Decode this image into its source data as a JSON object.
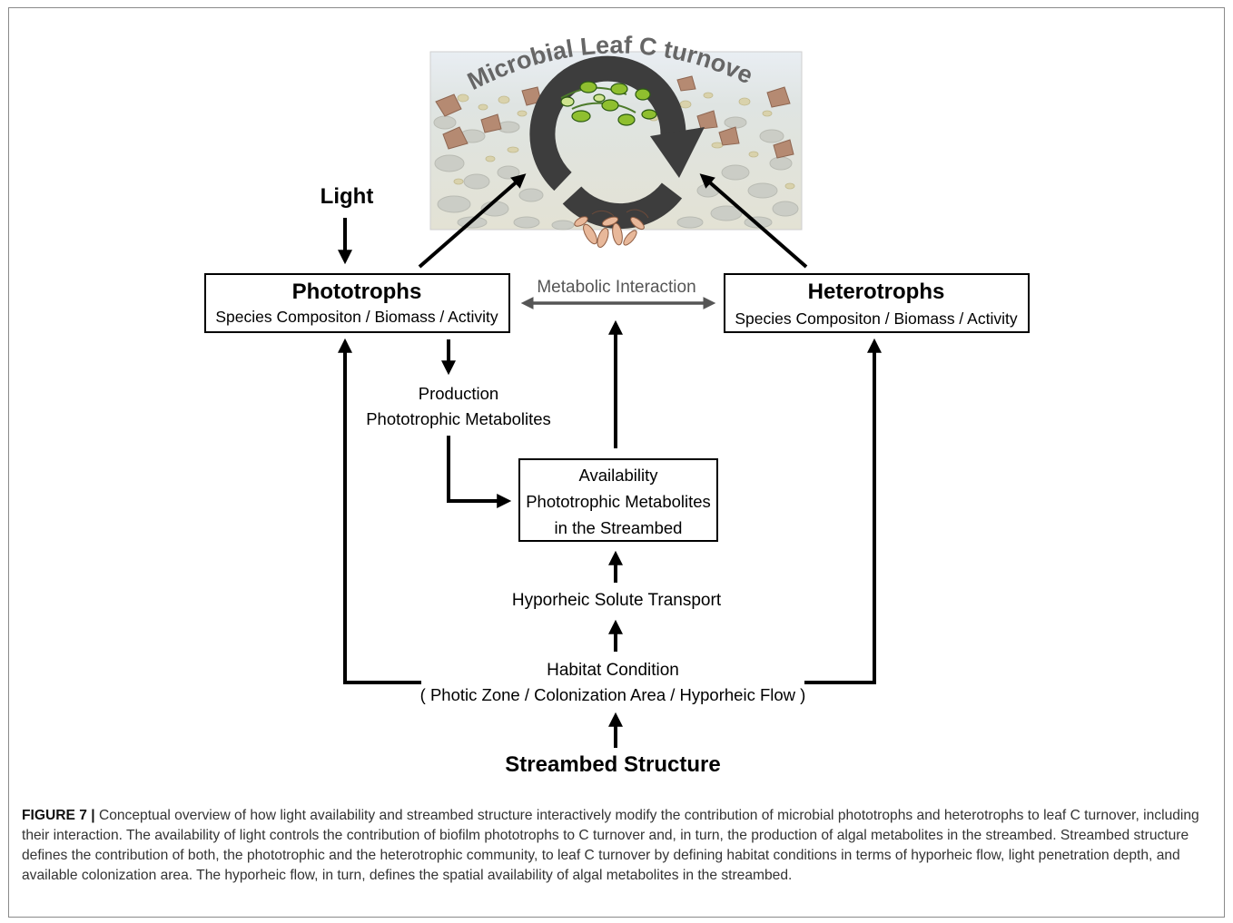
{
  "figure": {
    "illustration_title": "Microbial Leaf C turnover",
    "light_label": "Light",
    "phototrophs": {
      "title": "Phototrophs",
      "subtitle": "Species Compositon / Biomass / Activity"
    },
    "heterotrophs": {
      "title": "Heterotrophs",
      "subtitle": "Species Compositon / Biomass / Activity"
    },
    "metabolic_interaction": "Metabolic Interaction",
    "production": {
      "line1": "Production",
      "line2": "Phototrophic Metabolites"
    },
    "availability": {
      "line1": "Availability",
      "line2": "Phototrophic Metabolites",
      "line3": "in the Streambed"
    },
    "solute_transport": "Hyporheic Solute Transport",
    "habitat": {
      "line1": "Habitat Condition",
      "line2": "( Photic Zone / Colonization Area / Hyporheic Flow )"
    },
    "streambed": "Streambed Structure"
  },
  "caption": {
    "label": "FIGURE 7 |",
    "text": "Conceptual overview of how light availability and streambed structure interactively modify the contribution of microbial phototrophs and heterotrophs to leaf C turnover, including their interaction. The availability of light controls the contribution of biofilm phototrophs to C turnover and, in turn, the production of algal metabolites in the streambed. Streambed structure defines the contribution of both, the phototrophic and the heterotrophic community, to leaf C turnover by defining habitat conditions in terms of hyporheic flow, light penetration depth, and available colonization area. The hyporheic flow, in turn, defines the spatial availability of algal metabolites in the streambed."
  },
  "colors": {
    "arrow": "#000000",
    "interaction_arrow": "#555555",
    "cycle": "#3d3d3d",
    "title_text": "#666666"
  }
}
